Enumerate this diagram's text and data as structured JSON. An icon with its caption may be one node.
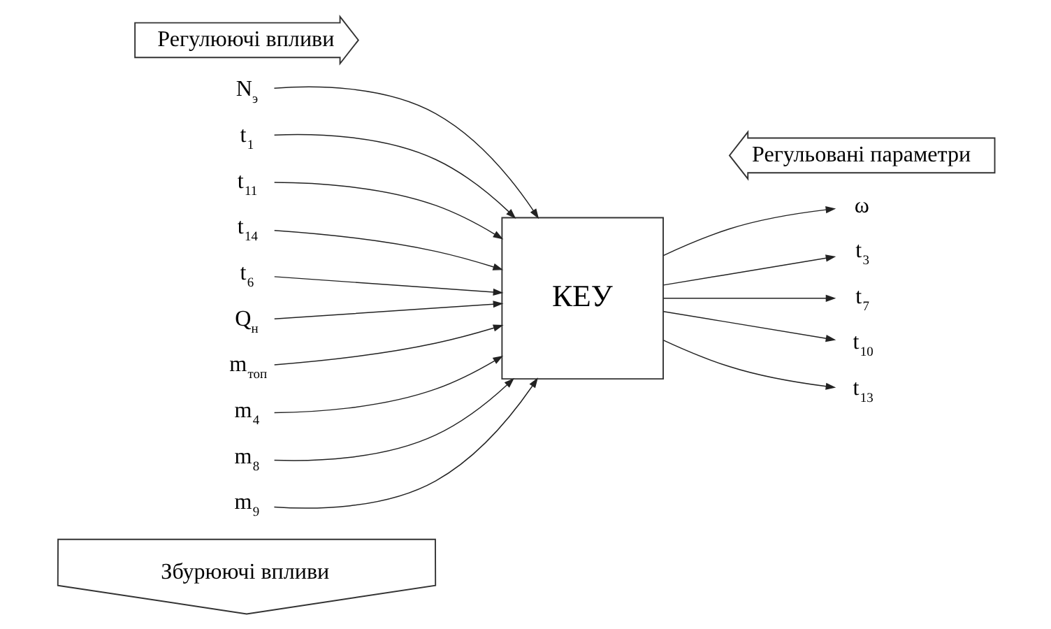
{
  "diagram": {
    "nodes": [
      {
        "text": [
          "Збурюючі впливи"
        ]
      },
      {
        "text": [
          "N$_{э}$"
        ]
      },
      {
        "text": [
          "t$_{1}$"
        ]
      },
      {
        "text": [
          "t$_{11}$"
        ]
      },
      {
        "text": [
          "t$_{14}$"
        ]
      },
      {
        "text": [
          "t$_{6}$"
        ]
      },
      {
        "text": [
          "Q$_{н}$"
        ]
      },
      {
        "text": [
          "Регулюючі впливи"
        ]
      },
      {
        "text": [
          "m$_{топ}$"
        ]
      },
      {
        "text": [
          "m$_{4}$"
        ]
      },
      {
        "text": [
          "m$_{8}$"
        ]
      },
      {
        "text": [
          "m$_{9}$"
        ]
      },
      {
        "text": [
          "КЕУ"
        ]
      },
      {
        "text": [
          "ω"
        ]
      },
      {
        "text": [
          "t$_{3}$"
        ]
      },
      {
        "text": [
          "t$_{7}$"
        ]
      },
      {
        "text": [
          "t$_{10}$"
        ]
      },
      {
        "text": [
          "t$_{13}$"
        ]
      },
      {
        "text": [
          "Регульовані параметри"
        ]
      }
    ],
    "edges": [
      {
        "from": 1,
        "to": 12,
        "arrow": "to"
      },
      {
        "from": 2,
        "to": 12,
        "arrow": "to"
      },
      {
        "from": 3,
        "to": 12,
        "arrow": "to"
      },
      {
        "from": 4,
        "to": 12,
        "arrow": "to"
      },
      {
        "from": 5,
        "to": 12,
        "arrow": "to"
      },
      {
        "from": 6,
        "to": 12,
        "arrow": "to"
      },
      {
        "from": 8,
        "to": 12,
        "arrow": "to"
      },
      {
        "from": 9,
        "to": 12,
        "arrow": "to"
      },
      {
        "from": 10,
        "to": 12,
        "arrow": "to"
      },
      {
        "from": 11,
        "to": 12,
        "arrow": "to"
      },
      {
        "from": 12,
        "to": 13,
        "arrow": "to"
      },
      {
        "from": 12,
        "to": 14,
        "arrow": "to"
      },
      {
        "from": 12,
        "to": 15,
        "arrow": "to"
      },
      {
        "from": 12,
        "to": 16,
        "arrow": "to"
      },
      {
        "from": 12,
        "to": 17,
        "arrow": "to"
      }
    ]
  }
}
